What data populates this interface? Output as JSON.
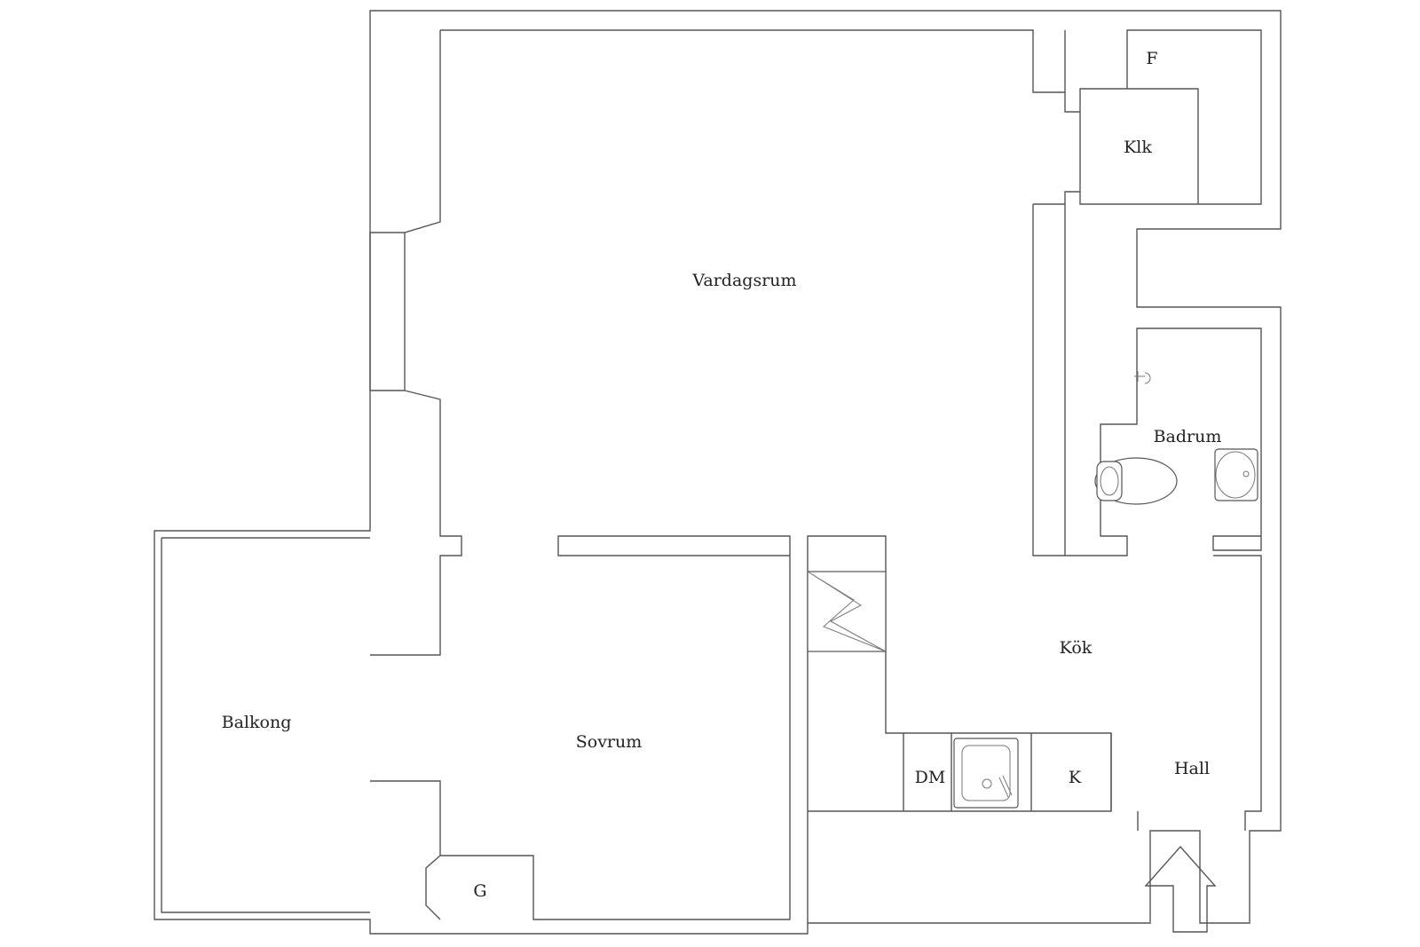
{
  "rooms": {
    "vardagsrum": "Vardagsrum",
    "klk": "Klk",
    "f": "F",
    "badrum": "Badrum",
    "kok": "Kök",
    "sovrum": "Sovrum",
    "balkong": "Balkong",
    "hall": "Hall",
    "g": "G",
    "dm": "DM",
    "k": "K"
  },
  "colors": {
    "wall": "#555555",
    "background": "#ffffff"
  }
}
